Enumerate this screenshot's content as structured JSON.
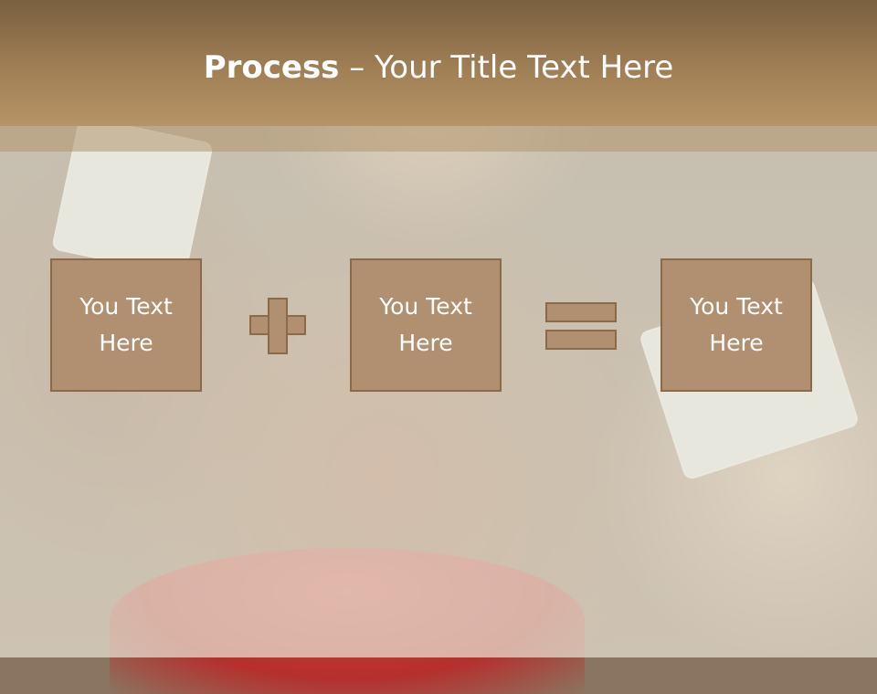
{
  "slide": {
    "title_bold": "Process",
    "title_rest": " – Your Title Text Here"
  },
  "boxes": [
    {
      "text": "You Text Here"
    },
    {
      "text": "You Text Here"
    },
    {
      "text": "You Text Here"
    }
  ],
  "operators": [
    "plus",
    "equals"
  ],
  "colors": {
    "header": "#a07f55",
    "box_fill": "#b09070",
    "box_border": "#8a6a48",
    "text": "#ffffff"
  }
}
